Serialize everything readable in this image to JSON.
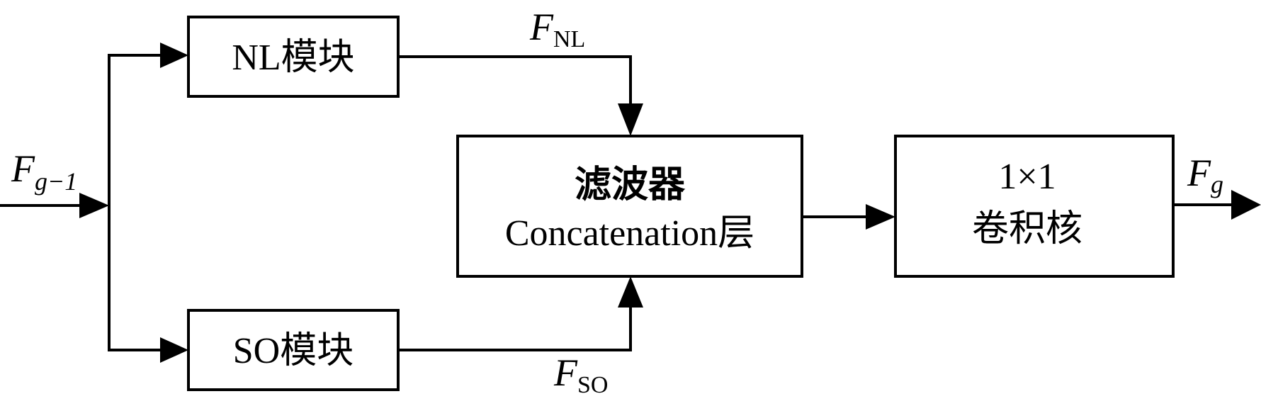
{
  "diagram": {
    "title": "NL/SO module fusion block",
    "nodes": {
      "nl_module": {
        "label": "NL模块"
      },
      "so_module": {
        "label": "SO模块"
      },
      "concat_layer": {
        "line1": "滤波器",
        "line2": "Concatenation层"
      },
      "conv_1x1": {
        "line1": "1×1",
        "line2": "卷积核"
      }
    },
    "signals": {
      "input": {
        "symbol": "F",
        "subscript": "g−1"
      },
      "nl_output": {
        "symbol": "F",
        "subscript": "NL"
      },
      "so_output": {
        "symbol": "F",
        "subscript": "SO"
      },
      "output": {
        "symbol": "F",
        "subscript": "g"
      }
    },
    "edges": [
      {
        "from": "input",
        "to": "nl_module"
      },
      {
        "from": "input",
        "to": "so_module"
      },
      {
        "from": "nl_module",
        "to": "concat_layer",
        "label": "F_NL"
      },
      {
        "from": "so_module",
        "to": "concat_layer",
        "label": "F_SO"
      },
      {
        "from": "concat_layer",
        "to": "conv_1x1"
      },
      {
        "from": "conv_1x1",
        "to": "output",
        "label": "F_g"
      }
    ]
  }
}
